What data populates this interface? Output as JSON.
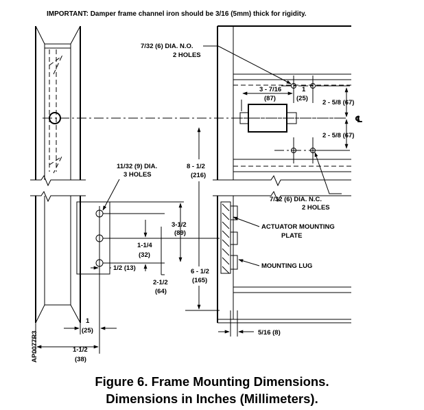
{
  "important_note": "IMPORTANT:  Damper frame channel iron should be 3/16   (5mm) thick for rigidity.",
  "labels": {
    "no_holes_a": "7/32  (6) DIA.  N.O.",
    "no_holes_b": "2 HOLES",
    "dim_3_7_16_a": "3 - 7/16",
    "dim_3_7_16_b": "(87)",
    "dim_1_a": "1",
    "dim_1_b": "(25)",
    "dim_2_5_8_top": "2 - 5/8  (67)",
    "dim_2_5_8_bot": "2 - 5/8  (67)",
    "centerline_symbol": "℄",
    "holes_11_32_a": "11/32  (9)  DIA.",
    "holes_11_32_b": "3 HOLES",
    "dim_8_1_2_a": "8 - 1/2",
    "dim_8_1_2_b": "(216)",
    "nc_holes_a": "7/32  (6) DIA.  N.C.",
    "nc_holes_b": "2 HOLES",
    "dim_3_1_2_a": "3-1/2",
    "dim_3_1_2_b": "(89)",
    "actuator_plate_a": "ACTUATOR MOUNTING",
    "actuator_plate_b": "PLATE",
    "dim_1_1_4_a": "1-1/4",
    "dim_1_1_4_b": "(32)",
    "dim_1_2": "1/2  (13)",
    "mounting_lug": "MOUNTING LUG",
    "dim_2_1_2_a": "2-1/2",
    "dim_2_1_2_b": "(64)",
    "dim_6_1_2_a": "6 - 1/2",
    "dim_6_1_2_b": "(165)",
    "dim_bottom_1_a": "1",
    "dim_bottom_1_b": "(25)",
    "dim_5_16": "5/16   (8)",
    "dim_1_1_2_a": "1-1/2",
    "dim_1_1_2_b": "(38)",
    "part_code": "AP0077R3"
  },
  "caption": {
    "line1": "Figure 6.  Frame Mounting Dimensions.",
    "line2": "Dimensions in Inches (Millimeters)."
  }
}
